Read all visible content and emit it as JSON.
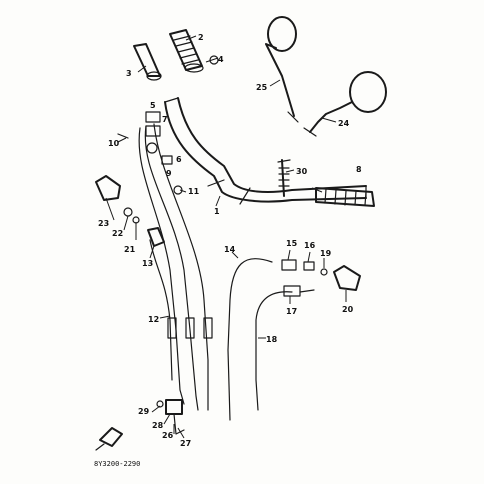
{
  "diagram_code": "8Y3200-2290",
  "callouts": {
    "c1": "1",
    "c2": "2",
    "c3": "3",
    "c4": "4",
    "c5": "5",
    "c6": "6",
    "c7": "7",
    "c8": "8",
    "c9": "9",
    "c10": "10",
    "c11": "11",
    "c12": "12",
    "c13": "13",
    "c14": "14",
    "c15": "15",
    "c16": "16",
    "c17": "17",
    "c18": "18",
    "c19": "19",
    "c20": "20",
    "c21": "21",
    "c22": "22",
    "c23": "23",
    "c24": "24",
    "c25": "25",
    "c26": "26",
    "c27": "27",
    "c28": "28",
    "c29": "29",
    "c30": "30"
  },
  "icons": {
    "front_arrow": "front-direction-arrow-icon"
  }
}
